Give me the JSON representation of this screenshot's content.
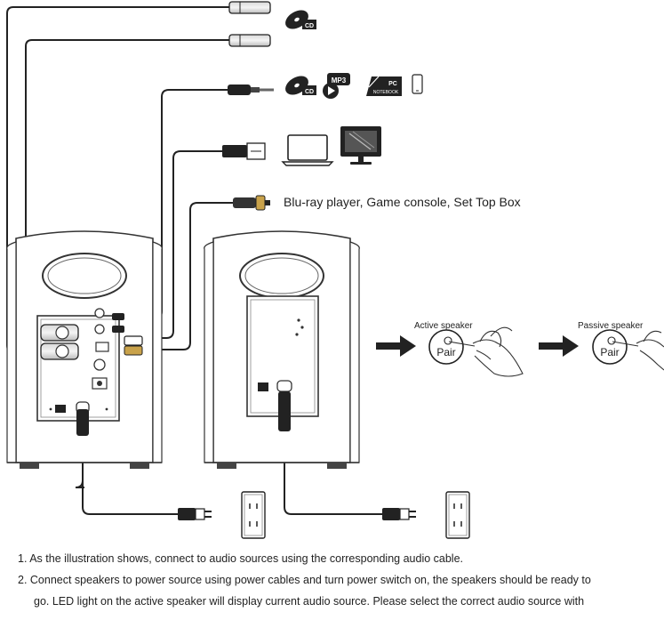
{
  "labels": {
    "cd": "CD",
    "mp3": "MP3",
    "pc": "PC",
    "notebook": "NOTEBOOK",
    "external_sources": "Blu-ray player, Game console, Set Top Box",
    "active_speaker": "Active speaker",
    "passive_speaker": "Passive speaker",
    "pair": "Pair"
  },
  "instructions": [
    "1. As the illustration shows, connect to audio sources using the corresponding audio cable.",
    "2. Connect speakers to power source using power cables and turn power switch on, the speakers should be ready to",
    "go. LED light on the active speaker will display current audio source. Please select the correct audio source with"
  ]
}
